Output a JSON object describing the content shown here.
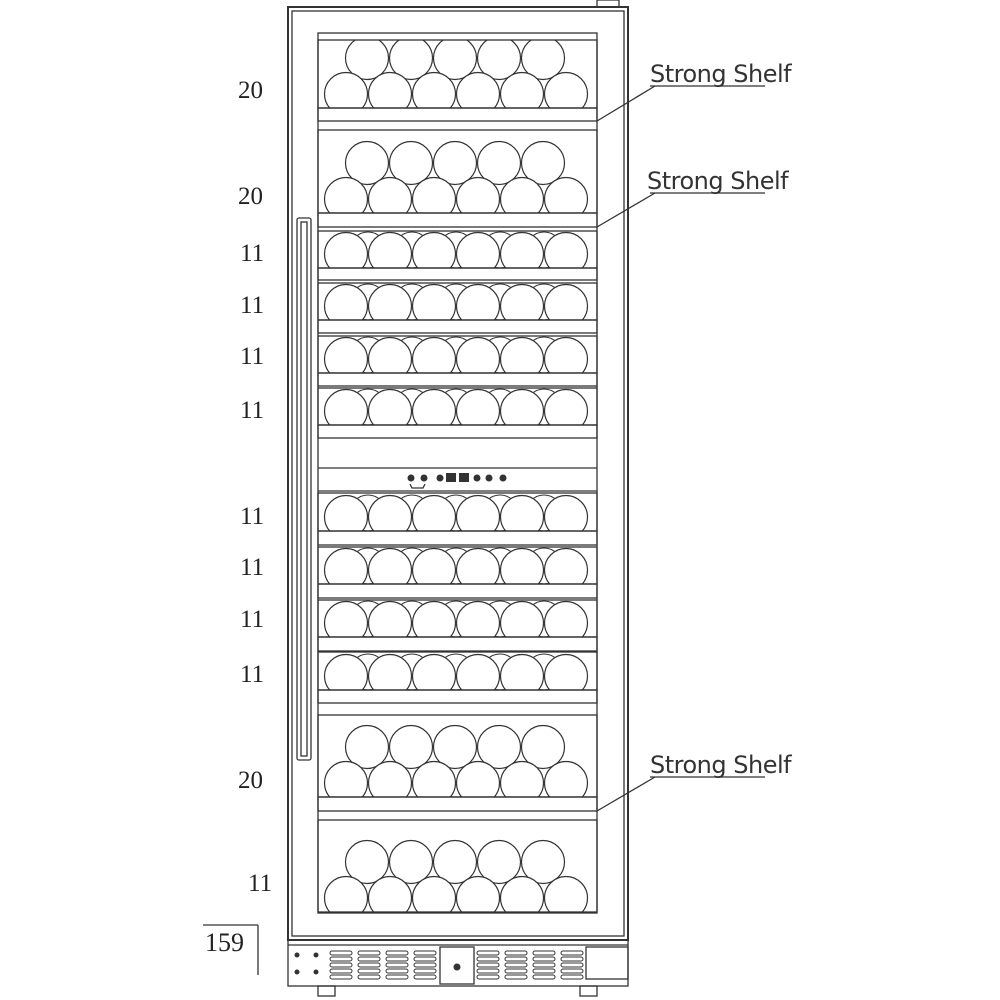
{
  "diagram": {
    "title": "Wine cooler bottle layout",
    "rows": [
      {
        "count": "20",
        "type": "double",
        "strong": true
      },
      {
        "count": "20",
        "type": "double",
        "strong": true
      },
      {
        "count": "11",
        "type": "single"
      },
      {
        "count": "11",
        "type": "single"
      },
      {
        "count": "11",
        "type": "single"
      },
      {
        "count": "11",
        "type": "single"
      },
      {
        "count": "11",
        "type": "single"
      },
      {
        "count": "11",
        "type": "single"
      },
      {
        "count": "11",
        "type": "single"
      },
      {
        "count": "11",
        "type": "single"
      },
      {
        "count": "20",
        "type": "double",
        "strong": true
      },
      {
        "count": "11",
        "type": "double"
      }
    ],
    "strong_shelf_label": "Strong Shelf",
    "total": "159",
    "line_color": "#333333"
  }
}
